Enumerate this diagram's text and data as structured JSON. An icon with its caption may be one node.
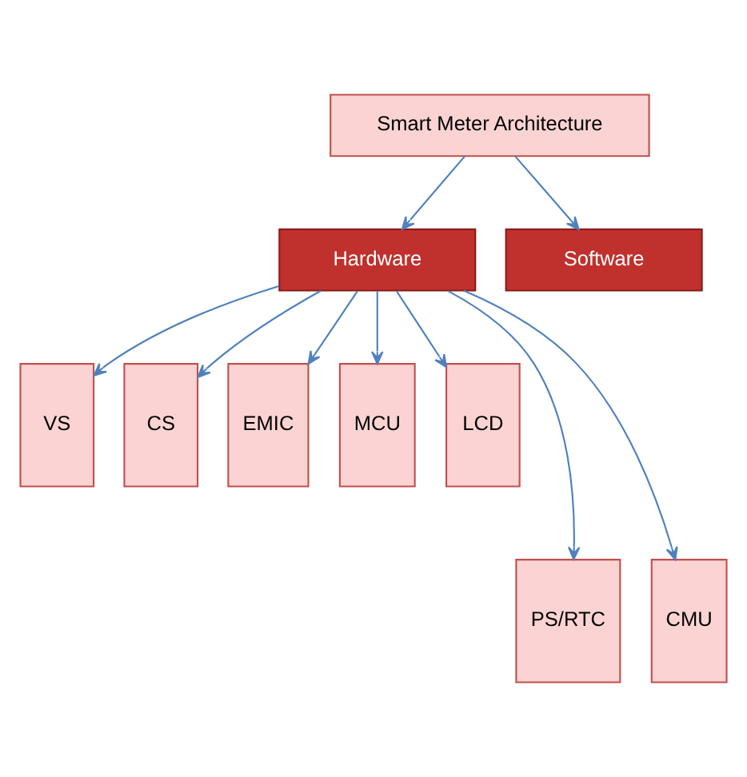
{
  "diagram": {
    "nodes": [
      {
        "text": [
          "Smart Meter Architecture"
        ]
      },
      {
        "text": [
          "Hardware"
        ]
      },
      {
        "text": [
          "Software"
        ]
      },
      {
        "text": [
          "VS"
        ]
      },
      {
        "text": [
          "CS"
        ]
      },
      {
        "text": [
          "EMIC"
        ]
      },
      {
        "text": [
          "MCU"
        ]
      },
      {
        "text": [
          "LCD"
        ]
      },
      {
        "text": [
          "PS/RTC"
        ]
      },
      {
        "text": [
          "CMU"
        ]
      }
    ],
    "edges": [
      {
        "from": 0,
        "to": 1,
        "arrow": "to"
      },
      {
        "from": 0,
        "to": 2,
        "arrow": "to"
      },
      {
        "from": 1,
        "to": 3,
        "arrow": "to"
      },
      {
        "from": 1,
        "to": 4,
        "arrow": "to"
      },
      {
        "from": 1,
        "to": 8,
        "arrow": "to"
      },
      {
        "from": 1,
        "to": 5,
        "arrow": "to"
      },
      {
        "from": 1,
        "to": 9,
        "arrow": "to"
      },
      {
        "from": 1,
        "to": 6,
        "arrow": "to"
      },
      {
        "from": 1,
        "to": 7,
        "arrow": "to"
      }
    ]
  }
}
